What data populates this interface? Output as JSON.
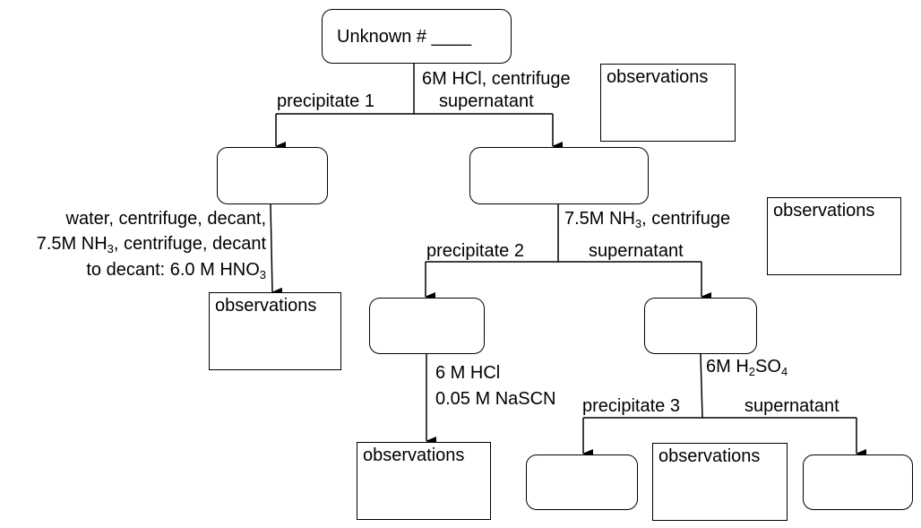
{
  "unknown_label": "Unknown # ____",
  "step1": {
    "reagent": "6M HCl, centrifuge",
    "left_branch": "precipitate 1",
    "right_branch": "supernatant"
  },
  "step2": {
    "reagent": {
      "pre": "7.5M NH",
      "sub": "3",
      "post": ", centrifuge"
    },
    "left_branch": "precipitate 2",
    "right_branch": "supernatant"
  },
  "precipitate1_treatment": {
    "line1": "water, centrifuge, decant,",
    "line2": {
      "pre": "7.5M NH",
      "sub": "3",
      "post": ", centrifuge, decant"
    },
    "line3": {
      "pre": "to decant:  6.0 M HNO",
      "sub": "3",
      "post": ""
    }
  },
  "precipitate2_treatment": {
    "line1": "6 M HCl",
    "line2": "0.05 M NaSCN"
  },
  "supernatant2_treatment": {
    "pre": "6M H",
    "sub1": "2",
    "mid": "SO",
    "sub2": "4"
  },
  "step3": {
    "left_branch": "precipitate 3",
    "right_branch": "supernatant"
  },
  "observations_label": "observations"
}
